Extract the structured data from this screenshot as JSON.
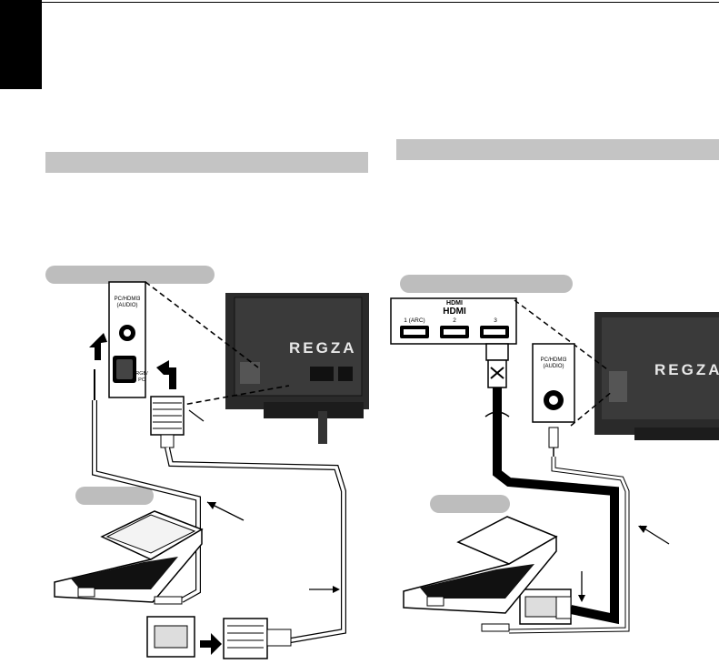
{
  "page": {
    "colors": {
      "tab": "#000000",
      "bar": "#c4c4c4",
      "pill": "#bdbdbd",
      "line": "#000000"
    }
  },
  "left_panel": {
    "tv_brand": "REGZA",
    "jack_label_line1": "PC/HDMI3",
    "jack_label_line2": "(AUDIO)",
    "rgb_label_line1": "RGB/",
    "rgb_label_line2": "PC"
  },
  "right_panel": {
    "hdmi_logo": "HDMI",
    "hdmi_port_labels": [
      "1 (ARC)",
      "2",
      "3"
    ],
    "jack_label_line1": "PC/HDMI3",
    "jack_label_line2": "(AUDIO)",
    "tv_brand": "REGZA"
  },
  "icons": [
    "input-icon",
    "laptop-icon",
    "tv-back-icon",
    "hdmi-cable-icon",
    "dvi-adapter-icon",
    "audio-cable-icon",
    "vga-connector-icon"
  ]
}
